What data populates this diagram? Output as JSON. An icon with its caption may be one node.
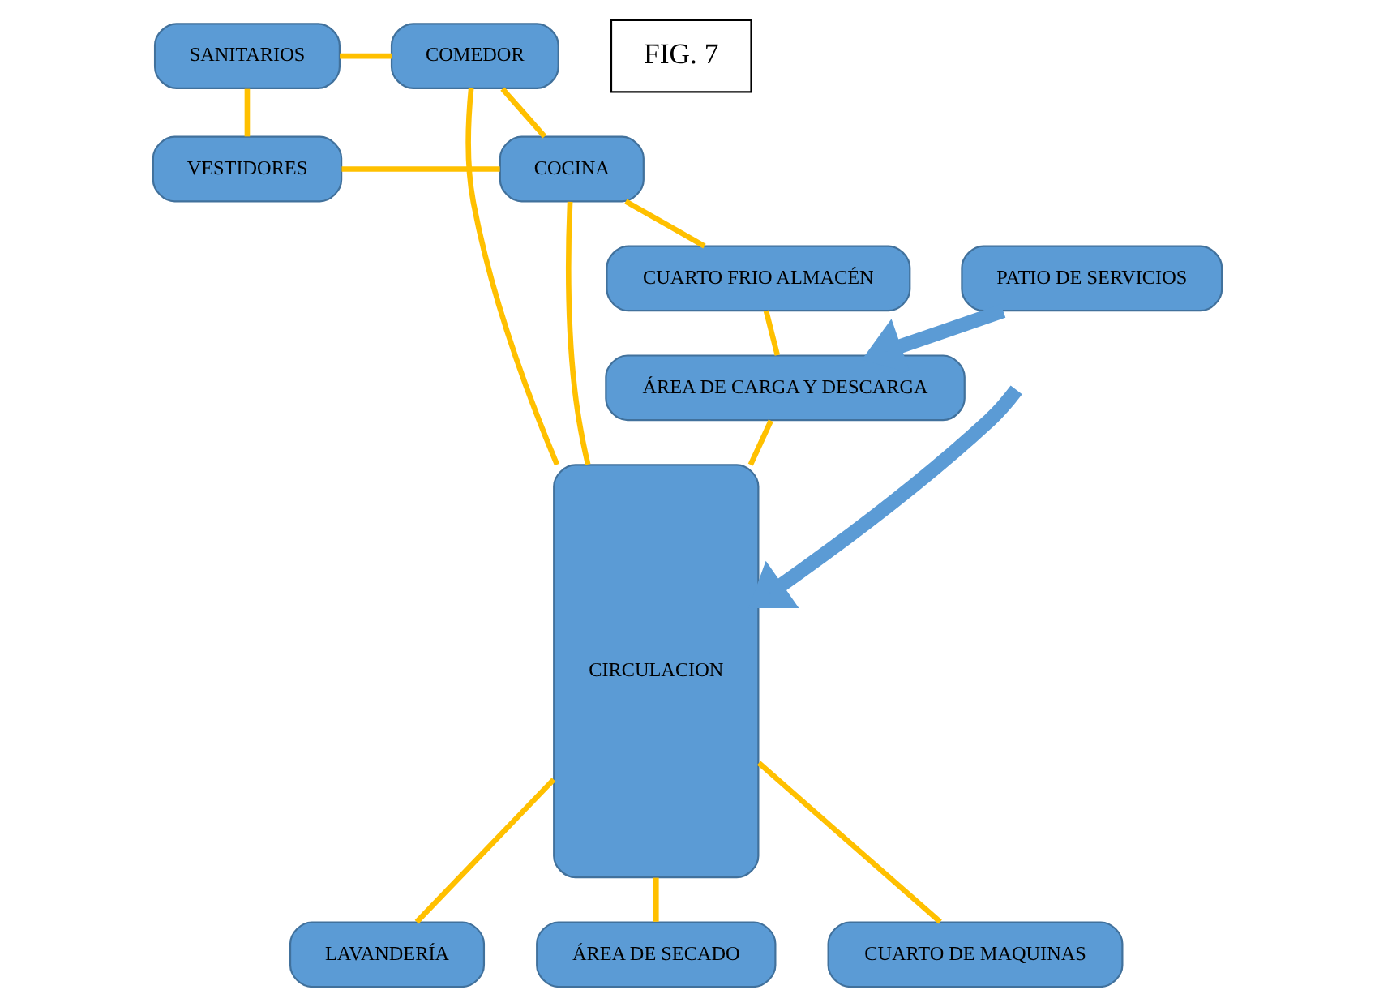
{
  "diagram": {
    "nodes": [
      {
        "text": [
          "SANITARIOS"
        ]
      },
      {
        "text": [
          "COMEDOR"
        ]
      },
      {
        "text": [
          "CIRCULACION"
        ]
      },
      {
        "text": [
          "VESTIDORES"
        ]
      },
      {
        "text": [
          "COCINA"
        ]
      },
      {
        "text": [
          "LAVANDERÍA"
        ]
      },
      {
        "text": [
          "CUARTO FRIO ALMACÉN"
        ]
      },
      {
        "text": [
          "ÁREA DE SECADO"
        ]
      },
      {
        "text": [
          "ÁREA DE CARGA Y DESCARGA"
        ]
      },
      {
        "text": [
          "CUARTO DE MAQUINAS"
        ]
      },
      {
        "text": [
          "PATIO DE SERVICIOS"
        ]
      }
    ],
    "edges": [
      {
        "from": 0,
        "to": 1,
        "arrow": "none"
      },
      {
        "from": 1,
        "to": 2,
        "arrow": "none"
      },
      {
        "from": 0,
        "to": 3,
        "arrow": "none"
      },
      {
        "from": 1,
        "to": 4,
        "arrow": "none"
      },
      {
        "from": 3,
        "to": 4,
        "arrow": "none"
      },
      {
        "from": 4,
        "to": 2,
        "arrow": "none"
      },
      {
        "from": 2,
        "to": 5,
        "arrow": "none"
      },
      {
        "from": 4,
        "to": 6,
        "arrow": "none"
      },
      {
        "from": 6,
        "to": 8,
        "arrow": "none"
      },
      {
        "from": 2,
        "to": 7,
        "arrow": "none"
      },
      {
        "from": 8,
        "to": 2,
        "arrow": "none"
      },
      {
        "from": 2,
        "to": 9,
        "arrow": "none"
      },
      {
        "from": null,
        "to": 2,
        "arrow": "to",
        "style": "thick",
        "color": "#5b9bd5"
      },
      {
        "from": 10,
        "to": 8,
        "arrow": "to",
        "style": "thick",
        "color": "#5b9bd5"
      }
    ],
    "labels": [
      "FIG. 7"
    ]
  }
}
